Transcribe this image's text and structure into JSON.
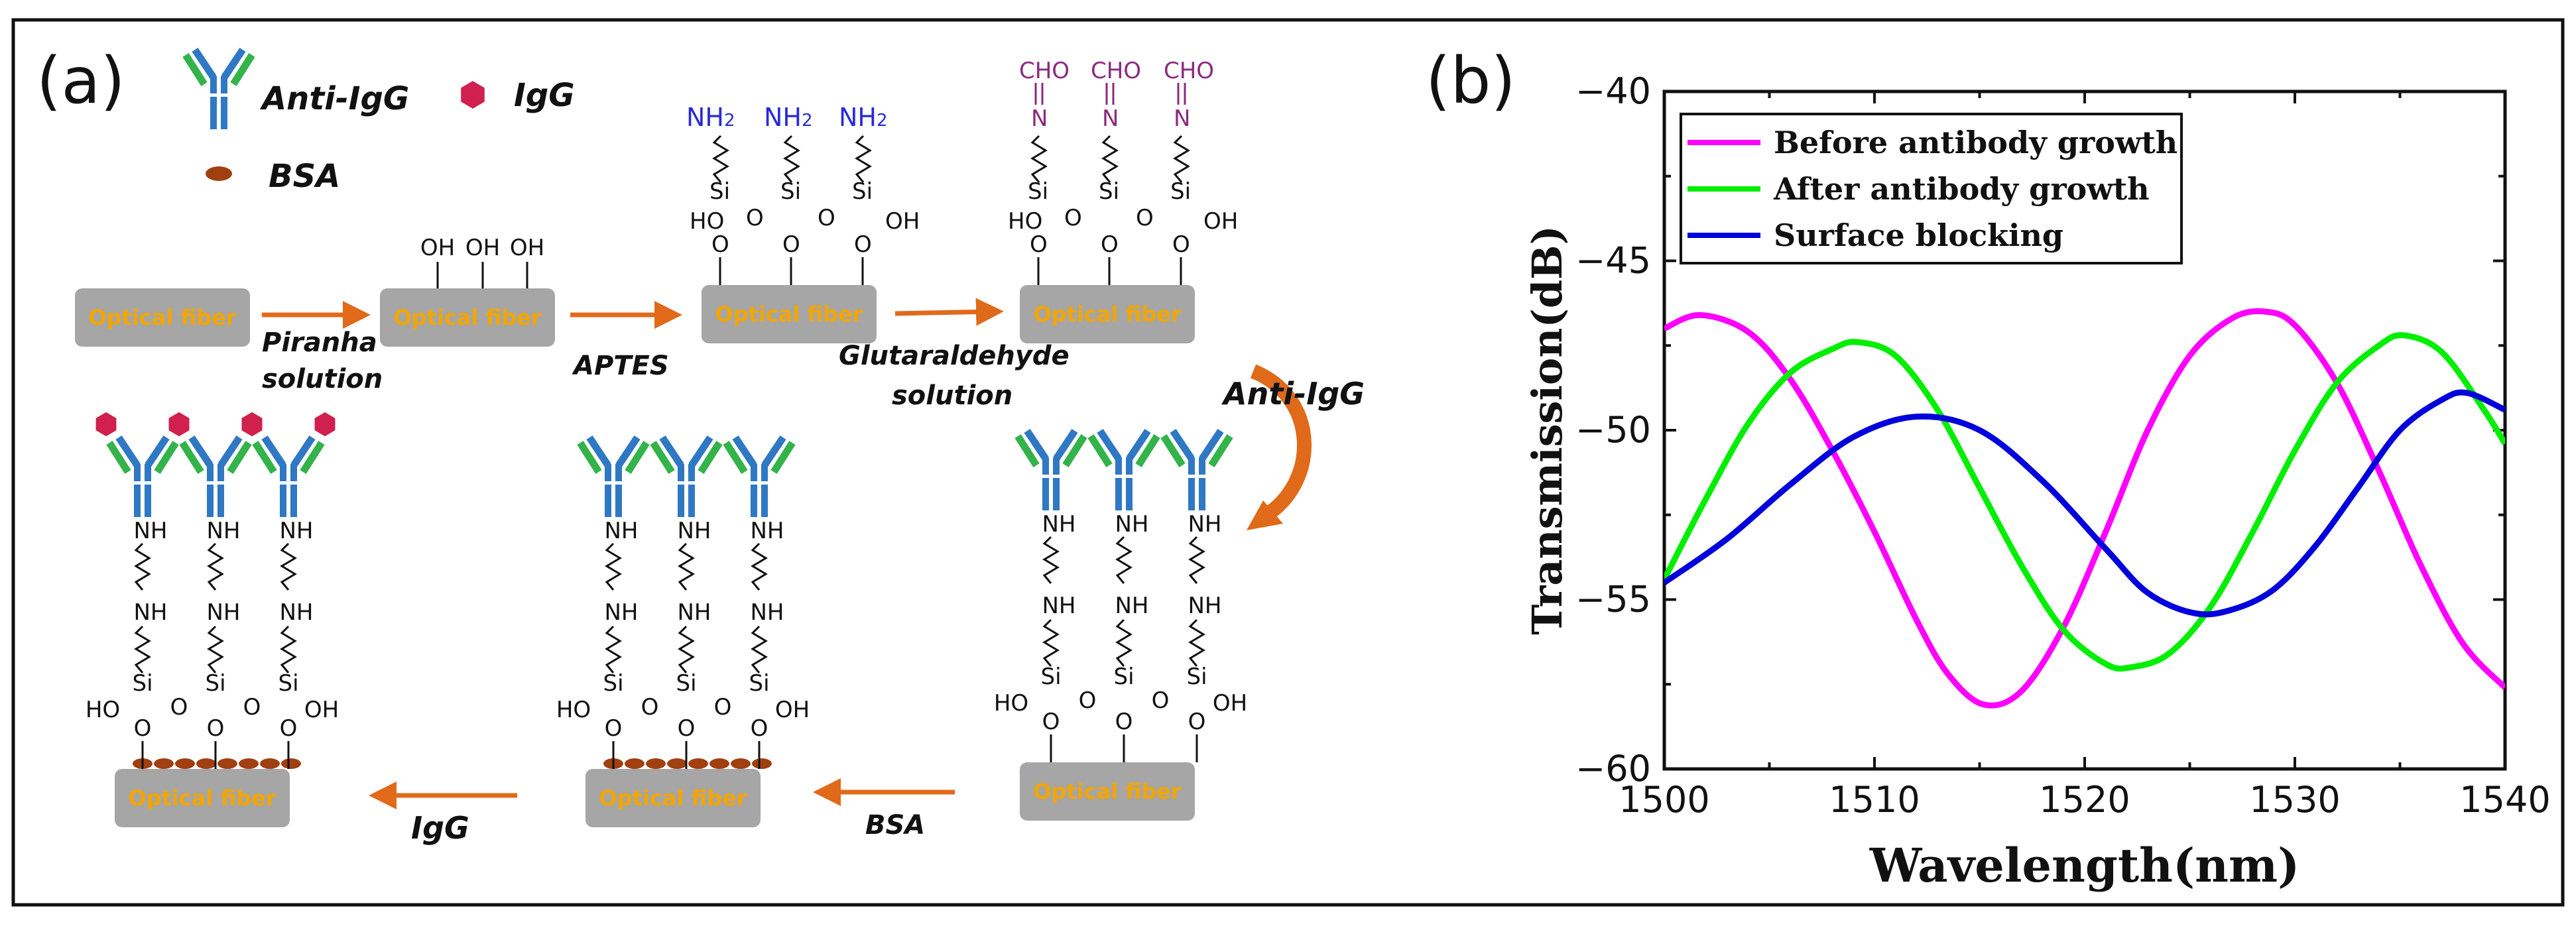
{
  "panel_a": {
    "label": "(a)",
    "legend": {
      "anti_igg": "Anti-IgG",
      "igg": "IgG",
      "bsa": "BSA"
    },
    "fiber_label": "Optical fiber",
    "steps": {
      "piranha": [
        "Piranha",
        "solution"
      ],
      "aptes": "APTES",
      "glutaraldehyde": [
        "Glutaraldehyde",
        "solution"
      ],
      "anti_igg": "Anti-IgG",
      "bsa": "BSA",
      "igg": "IgG"
    },
    "chem": {
      "oh": "OH",
      "ho": "HO",
      "o": "O",
      "si": "Si",
      "nh2": "NH",
      "nh2_sub": "2",
      "nh": "NH",
      "cho": "CHO",
      "n": "N"
    }
  },
  "panel_b": {
    "label": "(b)"
  },
  "colors": {
    "fiber": "#a6a6a6",
    "fiber_text": "#f2a500",
    "arrow": "#e06a1a",
    "nh2": "#2a2ad6",
    "cho": "#8b2a7e",
    "antibody_blue": "#2f78c4",
    "antibody_green": "#33b34a",
    "igg": "#d0204e",
    "bsa": "#a04010"
  },
  "chart_data": {
    "type": "line",
    "xlabel": "Wavelength(nm)",
    "ylabel": "Transmission(dB)",
    "xlim": [
      1500,
      1540
    ],
    "ylim": [
      -60,
      -40
    ],
    "xticks": [
      1500,
      1510,
      1520,
      1530,
      1540
    ],
    "yticks": [
      -60,
      -55,
      -50,
      -45,
      -40
    ],
    "legend_position": "top-left",
    "series": [
      {
        "name": "Before antibody growth",
        "color": "#ff00ff",
        "x": [
          1500,
          1501.7,
          1504,
          1506,
          1508,
          1510,
          1512,
          1513.5,
          1515.2,
          1517,
          1519,
          1521,
          1523,
          1525,
          1527,
          1528.6,
          1530,
          1532,
          1534,
          1536,
          1538,
          1540
        ],
        "y": [
          -47.0,
          -46.6,
          -47.1,
          -48.5,
          -50.6,
          -53.0,
          -55.6,
          -57.2,
          -58.1,
          -57.7,
          -55.8,
          -53.0,
          -50.0,
          -47.8,
          -46.7,
          -46.5,
          -46.9,
          -48.6,
          -51.2,
          -54.0,
          -56.3,
          -57.6
        ]
      },
      {
        "name": "After antibody growth",
        "color": "#00ee00",
        "x": [
          1500,
          1502,
          1504,
          1506,
          1508,
          1509.2,
          1511,
          1513,
          1515,
          1517,
          1519,
          1521,
          1522.2,
          1524,
          1526,
          1528,
          1530,
          1532,
          1534,
          1535.2,
          1537,
          1539,
          1540
        ],
        "y": [
          -54.4,
          -52.0,
          -49.8,
          -48.3,
          -47.6,
          -47.4,
          -47.8,
          -49.4,
          -51.7,
          -54.0,
          -55.9,
          -56.9,
          -57.0,
          -56.6,
          -55.2,
          -53.0,
          -50.6,
          -48.6,
          -47.5,
          -47.2,
          -47.7,
          -49.4,
          -50.4
        ]
      },
      {
        "name": "Surface blocking",
        "color": "#0000dd",
        "x": [
          1500,
          1503,
          1506,
          1509,
          1512,
          1515,
          1518,
          1521,
          1523,
          1525.2,
          1527,
          1529,
          1531,
          1533,
          1535,
          1537,
          1538.2,
          1540
        ],
        "y": [
          -54.5,
          -53.2,
          -51.6,
          -50.2,
          -49.6,
          -50.0,
          -51.5,
          -53.5,
          -54.8,
          -55.4,
          -55.3,
          -54.7,
          -53.4,
          -51.7,
          -50.0,
          -49.1,
          -48.9,
          -49.4
        ]
      }
    ]
  }
}
